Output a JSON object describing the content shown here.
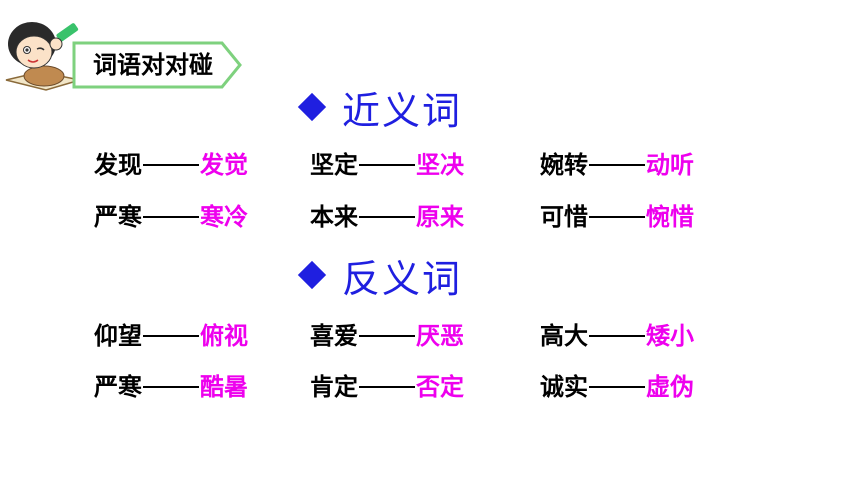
{
  "badge": {
    "title": "词语对对碰"
  },
  "synonyms": {
    "heading": "近义词",
    "pairs": [
      {
        "word": "发现",
        "match": "发觉"
      },
      {
        "word": "坚定",
        "match": "坚决"
      },
      {
        "word": "婉转",
        "match": "动听"
      },
      {
        "word": "严寒",
        "match": "寒冷"
      },
      {
        "word": "本来",
        "match": "原来"
      },
      {
        "word": "可惜",
        "match": "惋惜"
      }
    ]
  },
  "antonyms": {
    "heading": "反义词",
    "pairs": [
      {
        "word": "仰望",
        "match": "俯视"
      },
      {
        "word": "喜爱",
        "match": "厌恶"
      },
      {
        "word": "高大",
        "match": "矮小"
      },
      {
        "word": "严寒",
        "match": "酷暑"
      },
      {
        "word": "肯定",
        "match": "否定"
      },
      {
        "word": "诚实",
        "match": "虚伪"
      }
    ]
  },
  "colors": {
    "heading": "#1f1fe0",
    "match": "#ee00ee",
    "tag_border": "#7ed17e"
  }
}
